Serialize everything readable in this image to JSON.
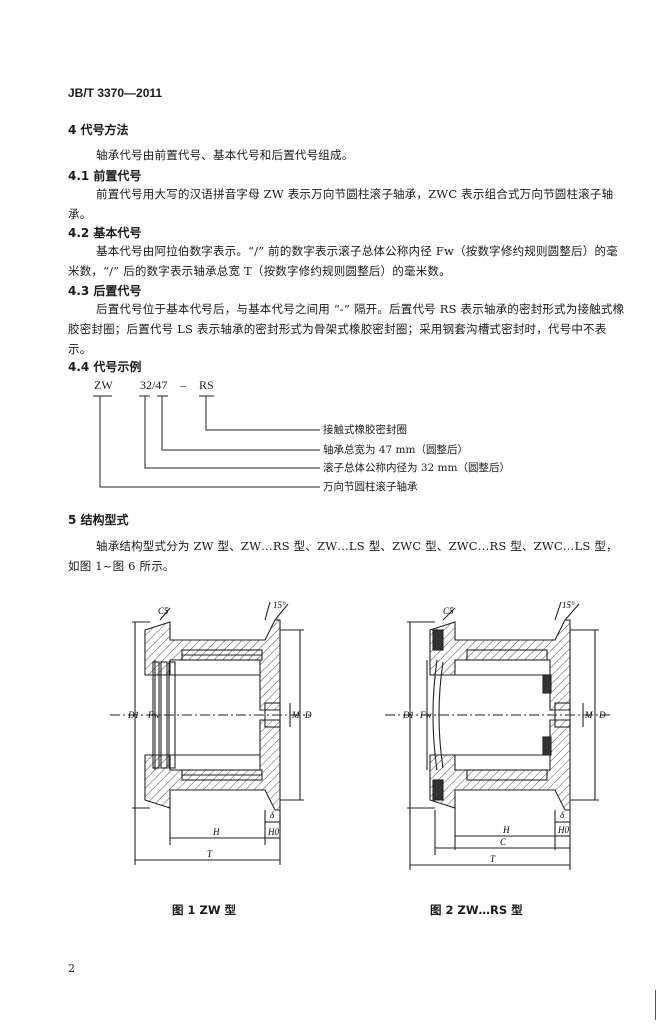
{
  "header": {
    "code": "JB/T 3370—2011"
  },
  "section4": {
    "title": "4  代号方法",
    "intro": "轴承代号由前置代号、基本代号和后置代号组成。",
    "s41_title": "4.1  前置代号",
    "s41_text": "前置代号用大写的汉语拼音字母 ZW 表示万向节圆柱滚子轴承，ZWC 表示组合式万向节圆柱滚子轴承。",
    "s42_title": "4.2  基本代号",
    "s42_text": "基本代号由阿拉伯数字表示。“/” 前的数字表示滚子总体公称内径 Fw（按数字修约规则圆整后）的毫米数，“/” 后的数字表示轴承总宽 T（按数字修约规则圆整后）的毫米数。",
    "s43_title": "4.3  后置代号",
    "s43_text": "后置代号位于基本代号后，与基本代号之间用 “-” 隔开。后置代号 RS 表示轴承的密封形式为接触式橡胶密封圈；后置代号 LS 表示轴承的密封形式为骨架式橡胶密封圈；采用钢套沟槽式密封时，代号中不表示。",
    "s44_title": "4.4  代号示例"
  },
  "example": {
    "prefix": "ZW",
    "basic": "32/47",
    "dash": "–",
    "suffix": "RS",
    "notes": [
      "接触式橡胶密封圈",
      "轴承总宽为 47 mm（圆整后）",
      "滚子总体公称内径为 32 mm（圆整后）",
      "万向节圆柱滚子轴承"
    ]
  },
  "section5": {
    "title": "5  结构型式",
    "text": "轴承结构型式分为 ZW 型、ZW…RS 型、ZW…LS 型、ZWC 型、ZWC…RS 型、ZWC…LS 型，如图 1~图 6 所示。"
  },
  "figures": {
    "fig1_caption": "图 1   ZW 型",
    "fig2_caption": "图 2   ZW…RS 型",
    "labels": {
      "c5": "C5",
      "angle": "15°",
      "d1": "D1",
      "fw": "Fw",
      "m": "M",
      "d": "D",
      "delta": "δ",
      "h": "H",
      "h0": "H0",
      "c": "C",
      "t": "T"
    }
  },
  "page_number": "2"
}
